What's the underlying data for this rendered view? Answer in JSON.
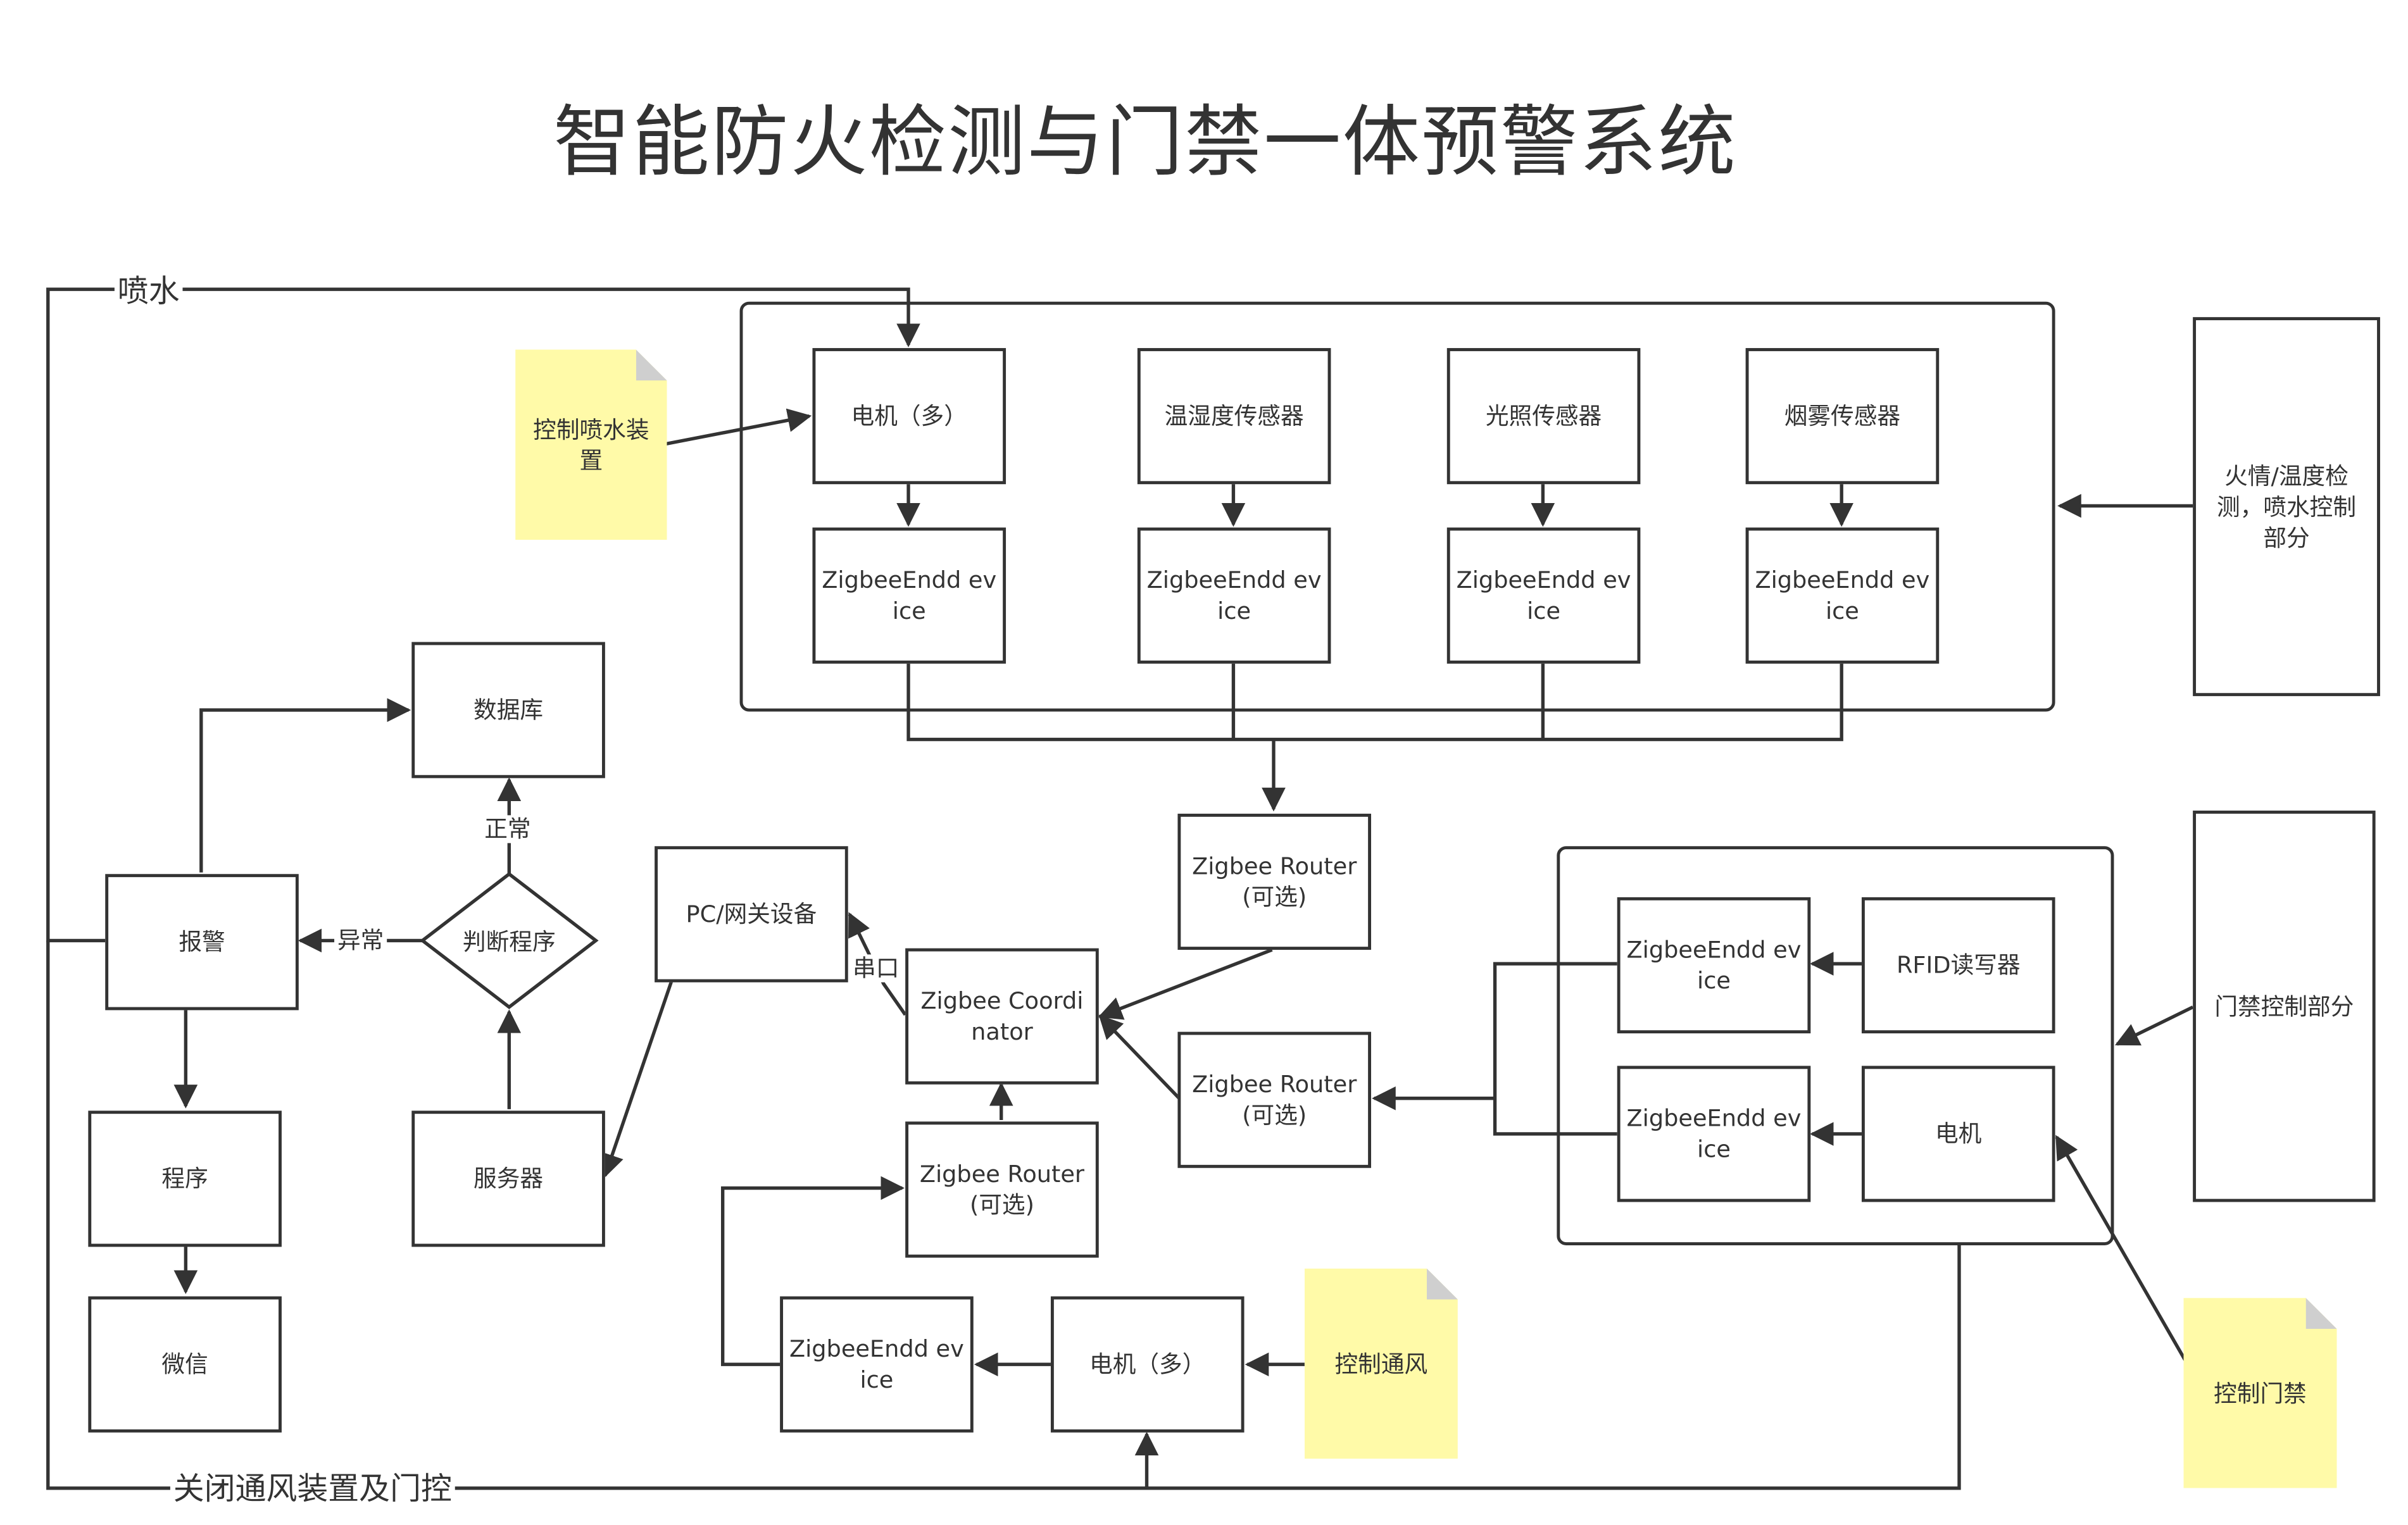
{
  "title": "智能防火检测与门禁一体预警系统",
  "colors": {
    "stroke": "#333333",
    "note": "#fffaa8",
    "background": "#ffffff"
  },
  "nodes": {
    "motor_multi_top": "电机（多）",
    "temp_humidity_sensor": "温湿度传感器",
    "light_sensor": "光照传感器",
    "smoke_sensor": "烟雾传感器",
    "zed_1": "ZigbeeEndd evice",
    "zed_2": "ZigbeeEndd evice",
    "zed_3": "ZigbeeEndd evice",
    "zed_4": "ZigbeeEndd evice",
    "fire_section": "火情/温度检测，喷水控制部分",
    "router_top": "Zigbee Router (可选)",
    "router_mid": "Zigbee Router (可选)",
    "router_bottom": "Zigbee Router (可选)",
    "coordinator": "Zigbee Coordinator",
    "pc_gateway": "PC/网关设备",
    "database": "数据库",
    "decision": "判断程序",
    "alarm": "报警",
    "program": "程序",
    "wechat": "微信",
    "server": "服务器",
    "zed_rfid": "ZigbeeEndd evice",
    "rfid_reader": "RFID读写器",
    "zed_motor": "ZigbeeEndd evice",
    "motor_door": "电机",
    "access_section": "门禁控制部分",
    "zed_vent": "ZigbeeEndd evice",
    "motor_multi_vent": "电机（多）"
  },
  "notes": {
    "spray": "控制喷水装置",
    "vent": "控制通风",
    "door": "控制门禁"
  },
  "edge_labels": {
    "spray_water": "喷水",
    "normal": "正常",
    "abnormal": "异常",
    "serial": "串口",
    "close_vent": "关闭通风装置及门控"
  }
}
